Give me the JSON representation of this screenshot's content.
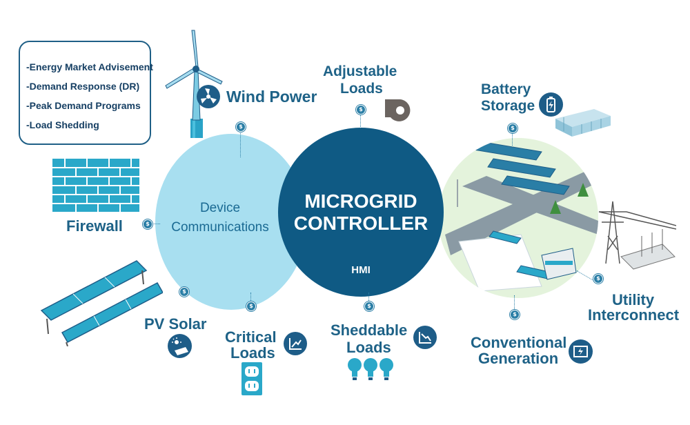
{
  "services": [
    "-Energy Market Advisement",
    "-Demand Response (DR)",
    "-Peak Demand Programs",
    "-Load Shedding"
  ],
  "labels": {
    "wind_power": "Wind Power",
    "adjustable_loads_1": "Adjustable",
    "adjustable_loads_2": "Loads",
    "battery_storage_1": "Battery",
    "battery_storage_2": "Storage",
    "firewall": "Firewall",
    "device_comm_1": "Device",
    "device_comm_2": "Communications",
    "controller_1": "MICROGRID",
    "controller_2": "CONTROLLER",
    "hmi": "HMI",
    "pv_solar": "PV Solar",
    "critical_loads_1": "Critical",
    "critical_loads_2": "Loads",
    "sheddable_loads_1": "Sheddable",
    "sheddable_loads_2": "Loads",
    "conventional_gen_1": "Conventional",
    "conventional_gen_2": "Generation",
    "utility_1": "Utility",
    "utility_2": "Interconnect"
  },
  "coin_symbol": "$",
  "colors": {
    "dark_blue": "#0f5a84",
    "light_blue": "#a8dff0",
    "label_blue": "#1e6287",
    "accent_teal": "#2aa8c9",
    "grass": "#e4f3dc"
  },
  "icons": [
    "wind-icon",
    "battery-icon",
    "critical-loads-chart-icon",
    "sheddable-loads-chart-icon",
    "solar-icon",
    "generator-icon",
    "outlet-icon",
    "bulb-icon",
    "firewall-icon"
  ]
}
